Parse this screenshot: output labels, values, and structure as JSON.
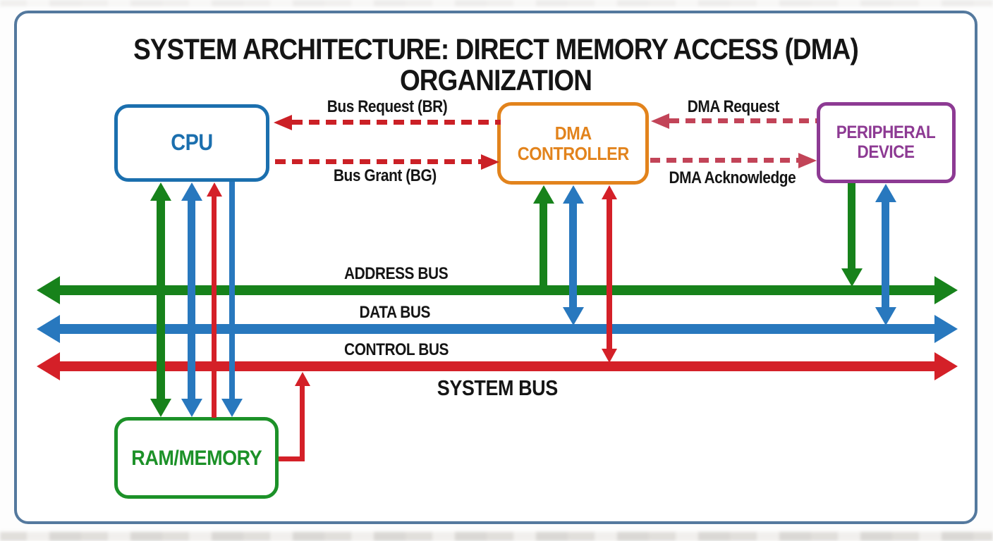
{
  "title": "SYSTEM ARCHITECTURE: DIRECT MEMORY ACCESS (DMA) ORGANIZATION",
  "nodes": {
    "cpu": {
      "label": "CPU"
    },
    "dma": {
      "label": "DMA\nCONTROLLER"
    },
    "peripheral": {
      "label": "PERIPHERAL\nDEVICE"
    },
    "ram": {
      "label": "RAM/MEMORY"
    }
  },
  "signals": {
    "bus_request": {
      "label": "Bus Request (BR)",
      "direction": "dma-to-cpu"
    },
    "bus_grant": {
      "label": "Bus Grant (BG)",
      "direction": "cpu-to-dma"
    },
    "dma_request": {
      "label": "DMA Request",
      "direction": "peripheral-to-dma"
    },
    "dma_acknowledge": {
      "label": "DMA Acknowledge",
      "direction": "dma-to-peripheral"
    }
  },
  "buses": {
    "address": {
      "label": "ADDRESS BUS"
    },
    "data": {
      "label": "DATA BUS"
    },
    "control": {
      "label": "CONTROL BUS"
    },
    "system": {
      "label": "SYSTEM BUS"
    }
  },
  "colors": {
    "frame": "#54799e",
    "cpu": "#1b6fae",
    "dma": "#e2831c",
    "peripheral": "#8d3a93",
    "ram": "#1c9128",
    "bus_green": "#17821b",
    "bus_blue": "#2878be",
    "bus_red": "#d42028",
    "signal_red": "#cb2026",
    "signal_crimson": "#c24458",
    "text": "#151515"
  }
}
